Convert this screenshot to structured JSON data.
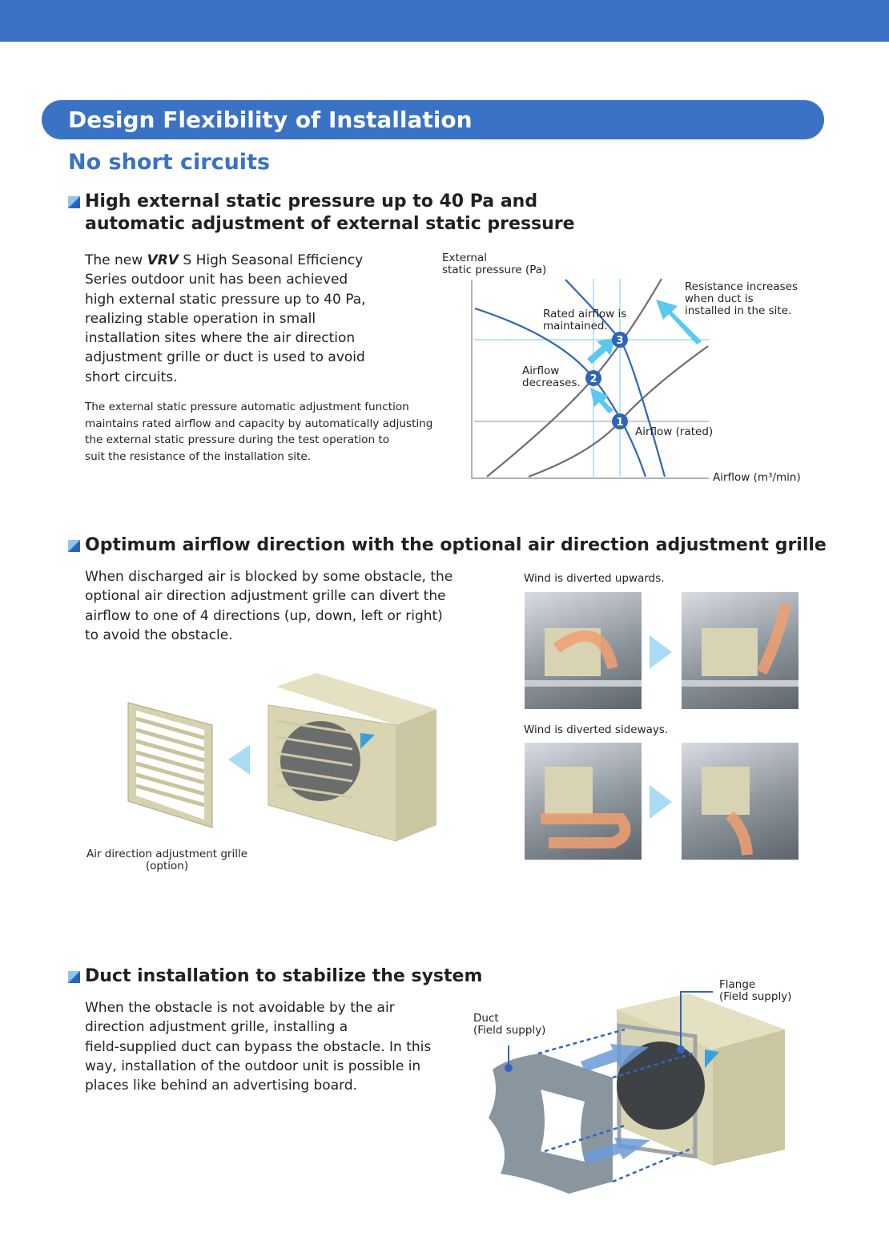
{
  "header": {
    "title": "Design Flexibility of Installation",
    "subtitle": "No short circuits"
  },
  "section1": {
    "heading_line1": "High external static pressure up to 40 Pa and",
    "heading_line2": "automatic adjustment of external static pressure",
    "para_lines": [
      "The new VRV S High Seasonal Efficiency",
      "Series outdoor unit has been achieved",
      "high external static pressure up to 40 Pa,",
      "realizing stable operation in small",
      "installation sites where the air direction",
      "adjustment grille or duct is used to avoid",
      "short circuits."
    ],
    "para_brand": "VRV",
    "para_first_rest": " S High Seasonal Efficiency",
    "para_first_pre": "The new ",
    "small_lines": [
      "The external static pressure automatic adjustment function",
      "maintains rated airflow and capacity by automatically adjusting",
      "the external static pressure during the test operation to",
      "suit the resistance of the installation site."
    ],
    "diagram": {
      "y_label_1": "External",
      "y_label_2": "static pressure (Pa)",
      "x_label": "Airflow (m³/min)",
      "resistance_1": "Resistance increases",
      "resistance_2": "when duct is",
      "resistance_3": "installed in the site.",
      "rated_1": "Rated airflow is",
      "rated_2": "maintained.",
      "decrease_1": "Airflow",
      "decrease_2": "decreases.",
      "rated_flow": "Airflow (rated)",
      "points": [
        "1",
        "2",
        "3"
      ]
    }
  },
  "section2": {
    "heading": "Optimum airflow direction with the optional air direction adjustment grille",
    "para_lines": [
      "When discharged air is blocked by some obstacle, the",
      "optional air direction adjustment grille can divert the",
      "airflow to one of 4 directions (up, down, left or right)",
      "to avoid the obstacle."
    ],
    "grille_caption_1": "Air direction adjustment grille",
    "grille_caption_2": "(option)",
    "caption_up": "Wind is diverted upwards.",
    "caption_side": "Wind is diverted sideways."
  },
  "section3": {
    "heading": "Duct installation to stabilize the system",
    "para_lines": [
      "When the obstacle is not avoidable by the air",
      "direction adjustment grille, installing a",
      "field-supplied duct can bypass the obstacle. In this",
      "way, installation of the outdoor unit is possible in",
      "places like behind an advertising board."
    ],
    "duct_1": "Duct",
    "duct_2": "(Field supply)",
    "flange_1": "Flange",
    "flange_2": "(Field supply)"
  },
  "colors": {
    "brand": "#3a72c5",
    "arrow": "#5bc8f0",
    "curve": "#2e64b8"
  }
}
